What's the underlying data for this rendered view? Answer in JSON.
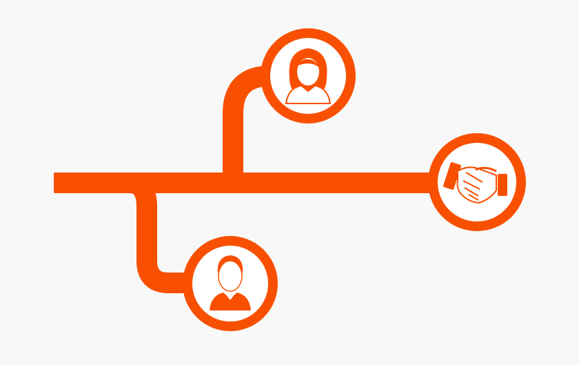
{
  "diagram": {
    "colors": {
      "accent": "#f85000",
      "background": "#f8f8f8",
      "icon_fill": "#ffffff"
    },
    "nodes": [
      {
        "id": "top-person",
        "icon": "woman-avatar-icon"
      },
      {
        "id": "handshake",
        "icon": "handshake-icon"
      },
      {
        "id": "bottom-person",
        "icon": "man-avatar-icon"
      }
    ],
    "connections": [
      {
        "from": "trunk",
        "to": "top-person"
      },
      {
        "from": "trunk",
        "to": "handshake"
      },
      {
        "from": "trunk",
        "to": "bottom-person"
      }
    ]
  }
}
